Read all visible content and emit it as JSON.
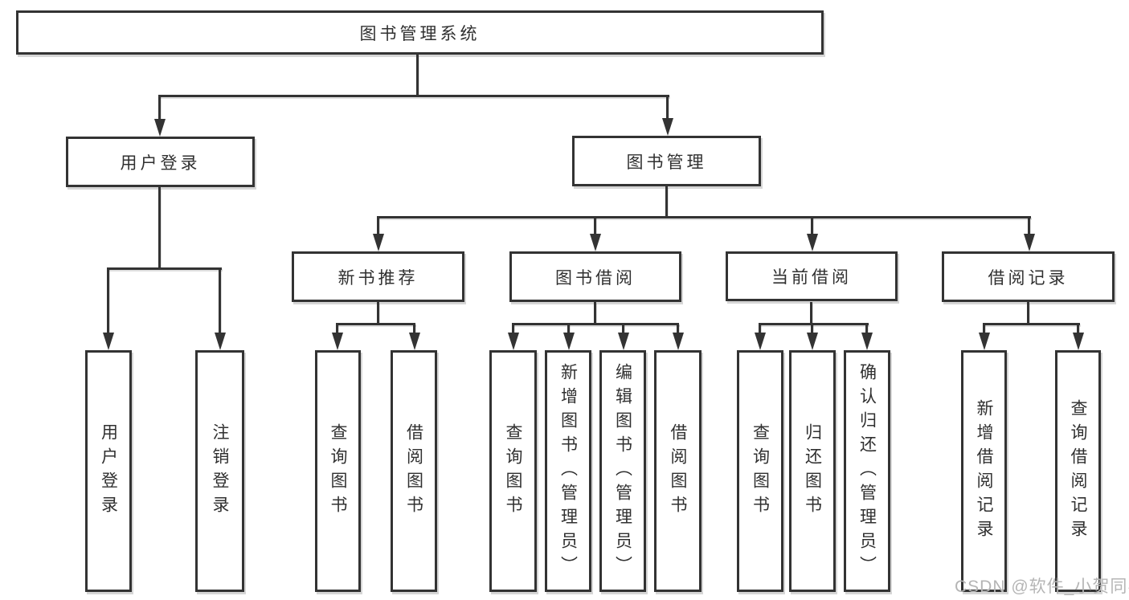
{
  "diagram": {
    "type": "hierarchy-tree",
    "tree": {
      "label": "图书管理系统",
      "children": [
        {
          "label": "用户登录",
          "children": [
            {
              "label": "用户登录"
            },
            {
              "label": "注销登录"
            }
          ]
        },
        {
          "label": "图书管理",
          "children": [
            {
              "label": "新书推荐",
              "children": [
                {
                  "label": "查询图书"
                },
                {
                  "label": "借阅图书"
                }
              ]
            },
            {
              "label": "图书借阅",
              "children": [
                {
                  "label": "查询图书"
                },
                {
                  "label": "新增图书（管理员）"
                },
                {
                  "label": "编辑图书（管理员）"
                },
                {
                  "label": "借阅图书"
                }
              ]
            },
            {
              "label": "当前借阅",
              "children": [
                {
                  "label": "查询图书"
                },
                {
                  "label": "归还图书"
                },
                {
                  "label": "确认归还（管理员）"
                }
              ]
            },
            {
              "label": "借阅记录",
              "children": [
                {
                  "label": "新增借阅记录"
                },
                {
                  "label": "查询借阅记录"
                }
              ]
            }
          ]
        }
      ]
    },
    "watermark": "CSDN @软件_小贺同学",
    "colors": {
      "line": "#333333",
      "text": "#303030",
      "background": "#ffffff",
      "watermark": "#b5b5b5"
    }
  }
}
